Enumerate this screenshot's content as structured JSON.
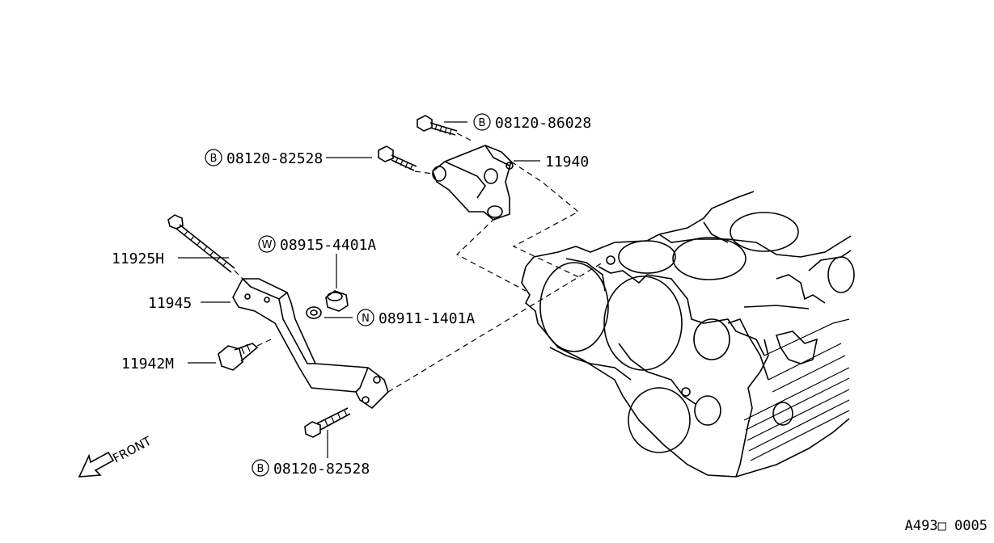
{
  "callouts": {
    "bolt_top_right": {
      "code_letter": "B",
      "part_number": "08120-86028"
    },
    "bolt_top_left": {
      "code_letter": "B",
      "part_number": "08120-82528"
    },
    "bracket_upper": {
      "part_number": "11940"
    },
    "long_bolt": {
      "part_number": "11925H"
    },
    "nut": {
      "code_letter": "W",
      "part_number": "08915-4401A"
    },
    "bracket_lower": {
      "part_number": "11945"
    },
    "washer": {
      "code_letter": "N",
      "part_number": "08911-1401A"
    },
    "stud_bolt": {
      "part_number": "11942M"
    },
    "bolt_bottom": {
      "code_letter": "B",
      "part_number": "08120-82528"
    }
  },
  "front_indicator": {
    "label": "FRONT"
  },
  "footer": {
    "reference_code": "A493□ 0005"
  }
}
